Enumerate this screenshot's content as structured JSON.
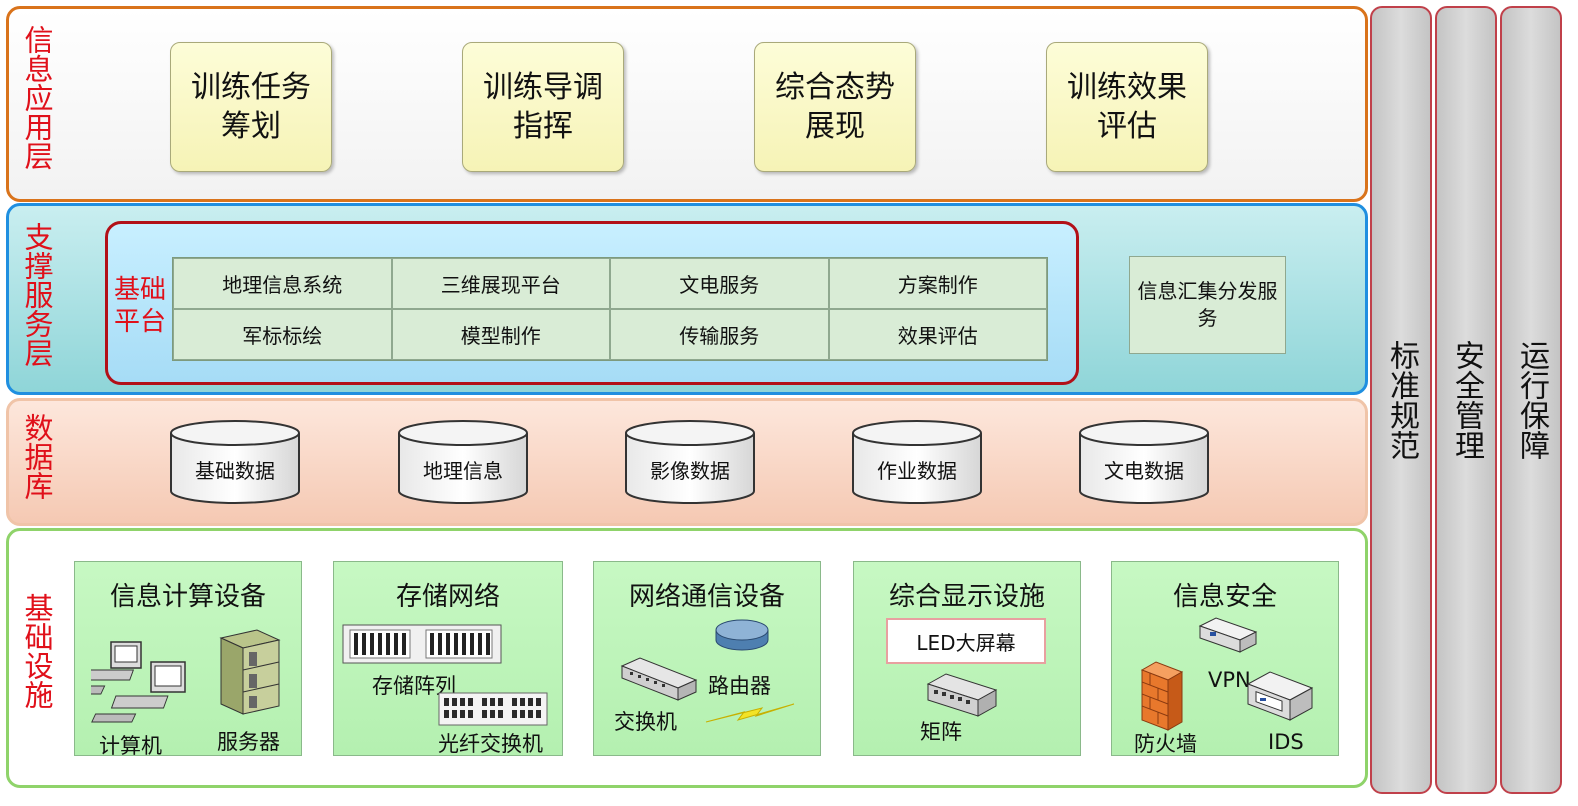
{
  "app_layer": {
    "label": "信息应用层",
    "boxes": [
      "训练任务筹划",
      "训练导调指挥",
      "综合态势展现",
      "训练效果评估"
    ]
  },
  "support_layer": {
    "label": "支撑服务层",
    "base_platform": {
      "label": "基础平台",
      "cells": [
        "地理信息系统",
        "三维展现平台",
        "文电服务",
        "方案制作",
        "军标标绘",
        "模型制作",
        "传输服务",
        "效果评估"
      ]
    },
    "side_service": "信息汇集分发服务"
  },
  "db_layer": {
    "label": "数据库",
    "items": [
      "基础数据",
      "地理信息",
      "影像数据",
      "作业数据",
      "文电数据"
    ]
  },
  "infra_layer": {
    "label": "基础设施",
    "computing": {
      "title": "信息计算设备",
      "computer": "计算机",
      "server": "服务器"
    },
    "storage": {
      "title": "存储网络",
      "array": "存储阵列",
      "fiber_switch": "光纤交换机"
    },
    "network": {
      "title": "网络通信设备",
      "switch": "交换机",
      "router": "路由器"
    },
    "display": {
      "title": "综合显示设施",
      "led": "LED大屏幕",
      "matrix": "矩阵"
    },
    "security": {
      "title": "信息安全",
      "vpn": "VPN",
      "firewall": "防火墙",
      "ids": "IDS"
    }
  },
  "side_bars": [
    "标准规范",
    "安全管理",
    "运行保障"
  ],
  "colors": {
    "layer_label": "#e0101a",
    "app_border": "#d9731b",
    "support_border": "#1f8fe0",
    "db_border": "#f0c4a8",
    "infra_border": "#8fd36a",
    "platform_border": "#b21018"
  }
}
